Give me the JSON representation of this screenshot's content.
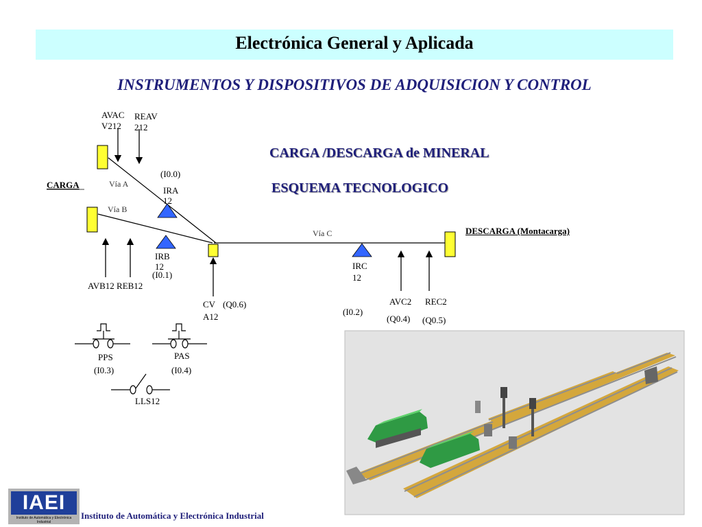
{
  "header": {
    "title": "Electrónica General y Aplicada",
    "subtitle": "INSTRUMENTOS Y DISPOSITIVOS DE ADQUISICION Y CONTROL"
  },
  "section": {
    "heading1": "CARGA /DESCARGA de  MINERAL",
    "heading2": "ESQUEMA TECNOLOGICO"
  },
  "diagram": {
    "carga": "CARGA",
    "descarga": "DESCARGA (Montacarga)",
    "via_a": "Vía A",
    "via_b": "Vía B",
    "via_c": "Vía C",
    "avac_l1": "AVAC",
    "avac_l2": "V212",
    "reav_l1": "REAV",
    "reav_l2": "212",
    "ira_addr": "(I0.0)",
    "ira_l1": "IRA",
    "ira_l2": "12",
    "irb_l1": "IRB",
    "irb_l2": "12",
    "irb_addr": "(I0.1)",
    "avb_reb": "AVB12 REB12",
    "cva_l1": "CV",
    "cva_addr": "(Q0.6)",
    "cva_l2": "A12",
    "irc_l1": "IRC",
    "irc_l2": "12",
    "irc_addr": "(I0.2)",
    "avc2": "AVC2",
    "rec2": "REC2",
    "avc2_addr": "(Q0.4)",
    "rec2_addr": "(Q0.5)",
    "pps": "PPS",
    "pps_addr": "(I0.3)",
    "pas": "PAS",
    "pas_addr": "(I0.4)",
    "lls": "LLS12"
  },
  "colors": {
    "sensor_yellow": "#ffff33",
    "sensor_blue": "#3366ff",
    "title_bg": "#ccffff",
    "heading_blue": "#1f1f7a"
  },
  "footer": {
    "logo_text": "IAEI",
    "logo_small": "Instituto de Automática y Electrónica Industrial",
    "institute": "Instituto de Automática y Electrónica Industrial"
  }
}
